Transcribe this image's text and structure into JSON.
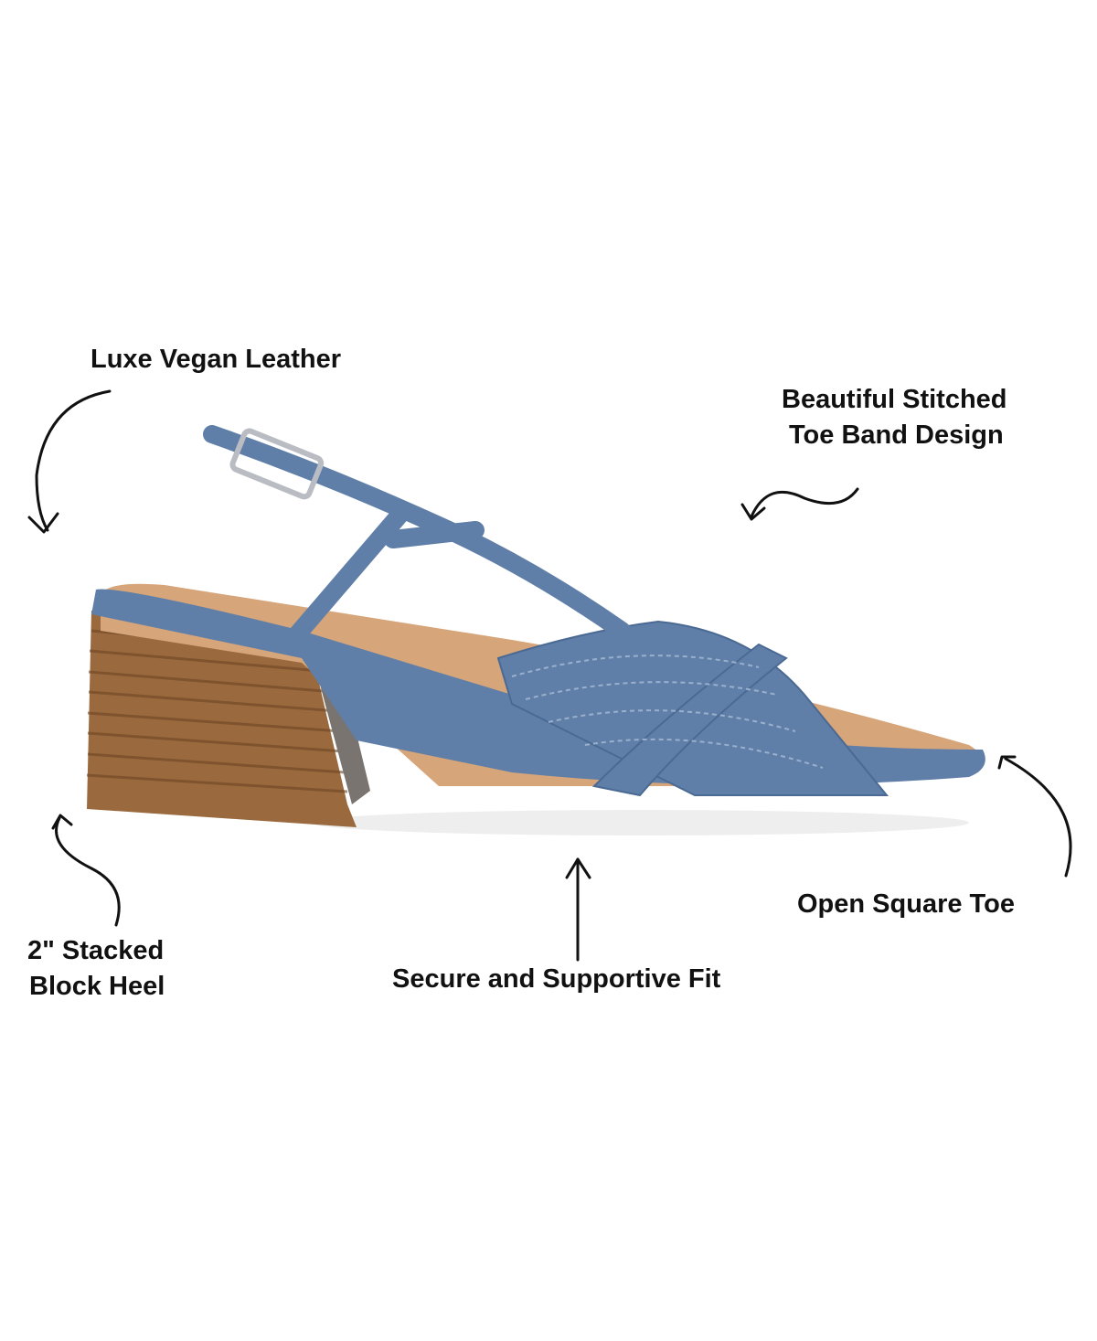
{
  "features": {
    "material": "Luxe Vegan Leather",
    "toe_band_line1": "Beautiful Stitched",
    "toe_band_line2": "Toe Band Design",
    "toe": "Open Square Toe",
    "fit": "Secure and Supportive Fit",
    "heel_line1": "2\" Stacked",
    "heel_line2": "Block Heel"
  },
  "colors": {
    "upper": "#5f7fa8",
    "heel": "#9a6a3e",
    "insole": "#d6a57a",
    "text": "#111111"
  }
}
